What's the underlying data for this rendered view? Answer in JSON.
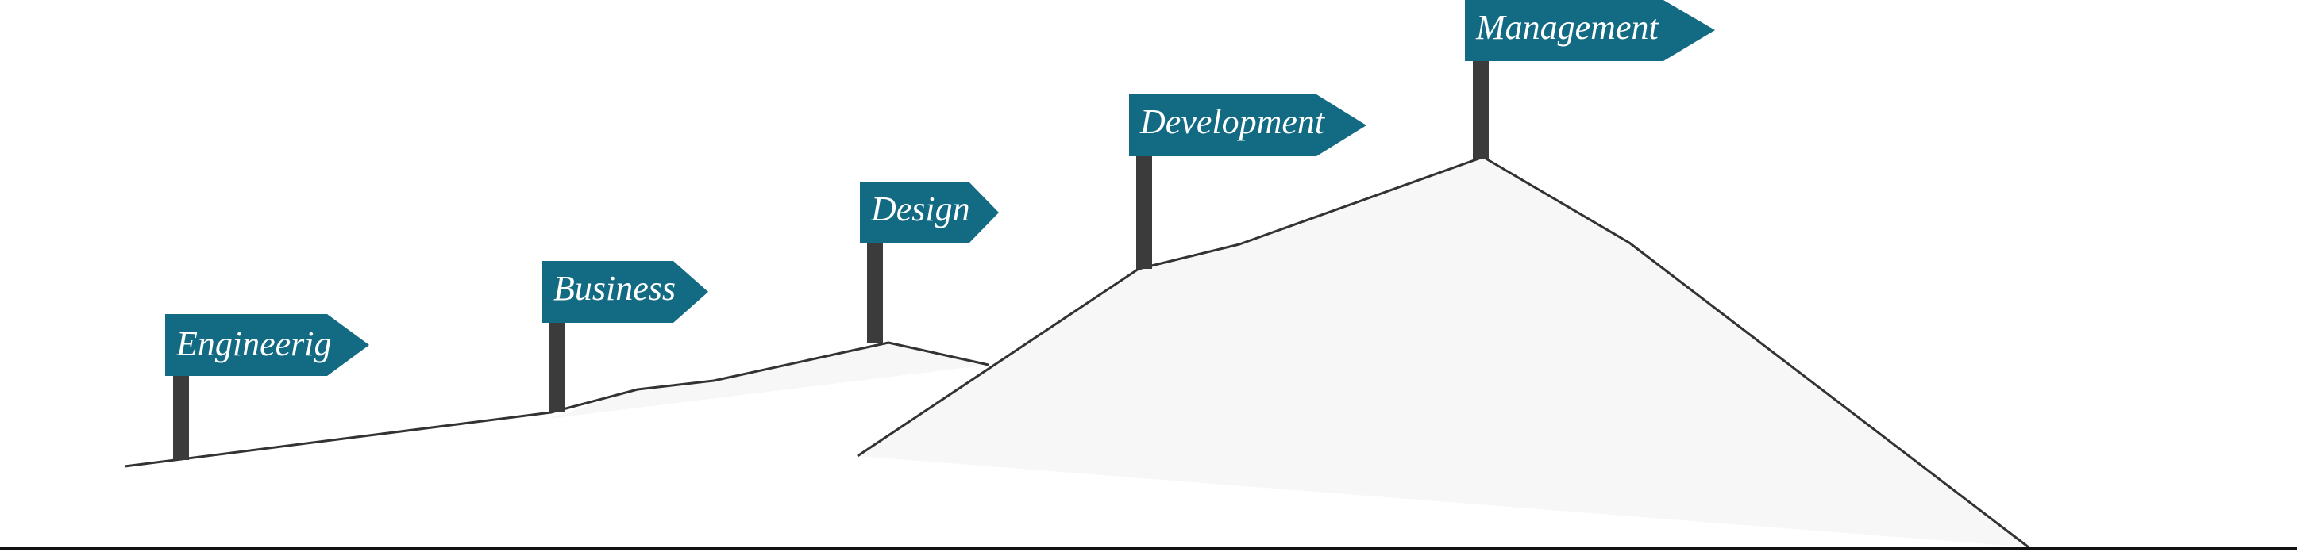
{
  "diagram": {
    "colors": {
      "sign": "#136a83",
      "pole": "#3b3b3b",
      "ridge": "#333333",
      "mountain_fill": "#f7f7f7",
      "ground": "#111111",
      "label": "#ffffff"
    },
    "signs": [
      {
        "label": "Engineerig"
      },
      {
        "label": "Business"
      },
      {
        "label": "Design"
      },
      {
        "label": "Development"
      },
      {
        "label": "Management"
      }
    ]
  }
}
